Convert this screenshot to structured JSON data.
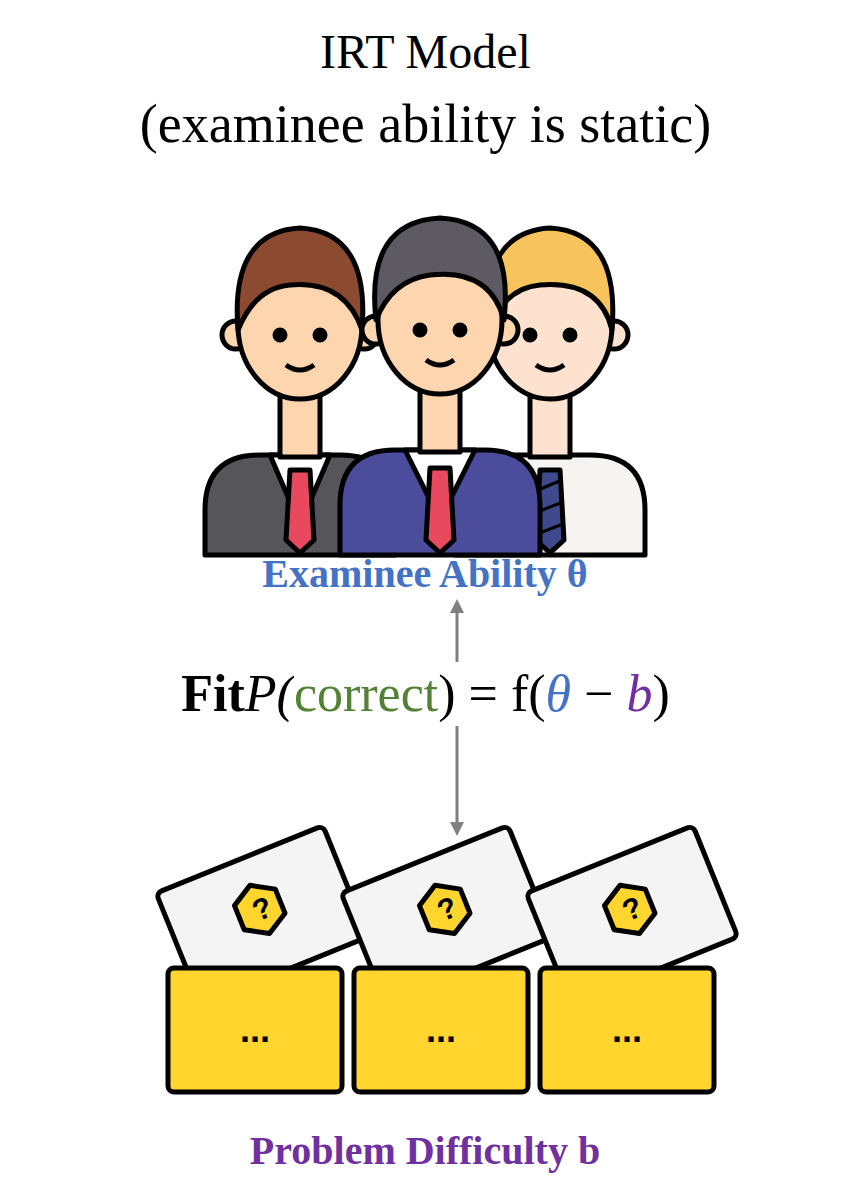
{
  "diagram": {
    "title": "IRT Model",
    "nodes": [
      {
        "text": [
          "Examinee Ability θ"
        ]
      },
      {
        "text": [
          "Problem Difficulty b"
        ]
      }
    ],
    "edges": [
      {
        "from": 0,
        "to": 1,
        "arrow": "both"
      }
    ],
    "labels": [
      "(examinee ability is static)",
      "Fit",
      "P(",
      "correct",
      ") = f(",
      "θ",
      " − ",
      "b",
      ")",
      "?",
      "?",
      "?",
      "...",
      "...",
      "..."
    ]
  }
}
